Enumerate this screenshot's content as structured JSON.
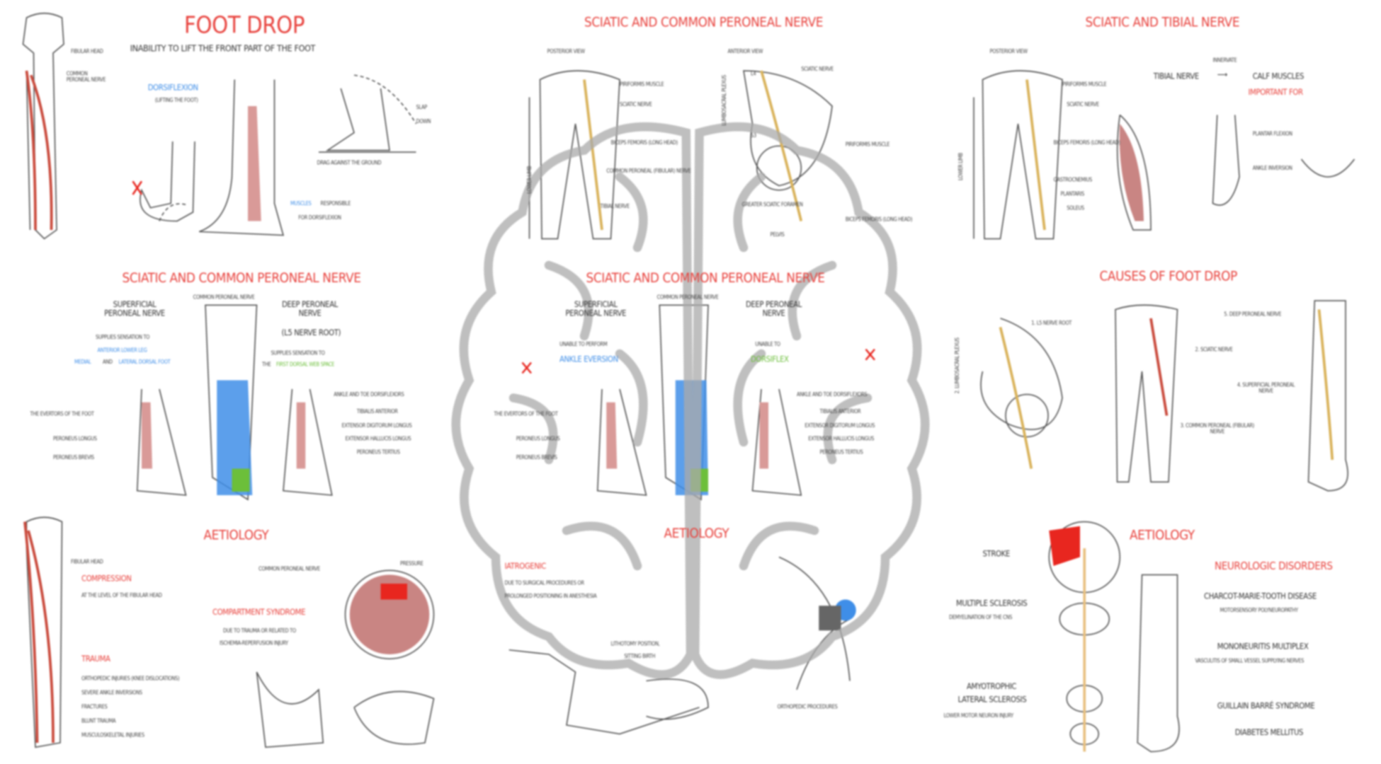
{
  "panel1": {
    "title": "FOOT DROP",
    "subtitle": "INABILITY TO LIFT THE FRONT PART OF THE FOOT",
    "fibular_head": "FIBULAR HEAD",
    "cpn": "COMMON PERONEAL NERVE",
    "dorsiflexion": "DORSIFLEXION",
    "lifting": "(LIFTING THE FOOT)",
    "muscles": "MUSCLES",
    "responsible": "RESPONSIBLE",
    "for_dorsi": "FOR DORSIFLEXION",
    "slap": "SLAP",
    "down": "DOWN",
    "drag": "DRAG AGAINST THE GROUND"
  },
  "panel2": {
    "title": "SCIATIC AND COMMON PERONEAL NERVE",
    "posterior": "POSTERIOR VIEW",
    "anterior": "ANTERIOR VIEW",
    "lower_limb": "LOWER LIMB",
    "piriformis": "PIRIFORMIS MUSCLE",
    "sciatic": "SCIATIC NERVE",
    "biceps": "BICEPS FEMORIS (LONG HEAD)",
    "cpn": "COMMON PERONEAL (FIBULAR) NERVE",
    "tibial": "TIBIAL NERVE",
    "lumbosacral": "LUMBOSACRAL PLEXUS",
    "sciatic_nerve": "SCIATIC NERVE",
    "greater": "GREATER SCIATIC FORAMEN",
    "pelvis": "PELVIS",
    "l4": "L4",
    "s3": "S3"
  },
  "panel3": {
    "title": "SCIATIC AND TIBIAL NERVE",
    "posterior": "POSTERIOR VIEW",
    "innervate": "INNERVATE",
    "tibial": "TIBIAL NERVE",
    "calf": "CALF MUSCLES",
    "important": "IMPORTANT FOR",
    "plantar": "PLANTAR FLEXION",
    "inversion": "ANKLE INVERSION",
    "gastro": "GASTROCNEMIUS",
    "plantaris": "PLANTARIS",
    "soleus": "SOLEUS",
    "lower_limb": "LOWER LIMB"
  },
  "panel4": {
    "title": "SCIATIC AND COMMON PERONEAL NERVE",
    "spn": "SUPERFICIAL PERONEAL NERVE",
    "cpn": "COMMON PERONEAL NERVE",
    "dpn": "DEEP PERONEAL NERVE",
    "l5": "(L5 NERVE ROOT)",
    "supplies1": "SUPPLIES SENSATION TO",
    "anterior_leg": "ANTERIOR LOWER LEG",
    "medial": "MEDIAL",
    "and": "AND",
    "lateral": "LATERAL DORSAL FOOT",
    "supplies2": "SUPPLIES SENSATION TO",
    "the": "THE",
    "first_web": "FIRST DORSAL WEB SPACE",
    "evertors": "THE EVERTORS OF THE FOOT",
    "longus": "PERONEUS LONGUS",
    "brevis": "PERONEUS BREVIS",
    "ankle": "ANKLE AND TOE DORSIFLEXORS",
    "tib_ant": "TIBIALIS ANTERIOR",
    "edl": "EXTENSOR DIGITORUM LONGUS",
    "ehl": "EXTENSOR HALLUCIS LONGUS",
    "tertius": "PERONEUS TERTIUS"
  },
  "panel5": {
    "title": "SCIATIC AND COMMON PERONEAL NERVE",
    "unable1": "UNABLE TO PERFORM",
    "eversion": "ANKLE EVERSION",
    "unable2": "UNABLE TO",
    "dorsiflex": "DORSIFLEX"
  },
  "panel6": {
    "title": "CAUSES OF FOOT DROP",
    "l5": "1. L5 NERVE ROOT",
    "sciatic": "2. SCIATIC NERVE",
    "cpn": "3. COMMON PERONEAL (FIBULAR) NERVE",
    "deep": "5. DEEP PERONEAL NERVE",
    "superficial": "4. SUPERFICIAL PERONEAL NERVE",
    "plexus": "2. LUMBOSACRAL PLEXUS"
  },
  "panel7": {
    "title": "AETIOLOGY",
    "fibular_head": "FIBULAR HEAD",
    "compression": "COMPRESSION",
    "at_level": "AT THE LEVEL OF THE FIBULAR HEAD",
    "compartment": "COMPARTMENT SYNDROME",
    "due": "DUE TO TRAUMA OR RELATED TO",
    "ischemia": "ISCHEMIA-REPERFUSION INJURY",
    "trauma": "TRAUMA",
    "t1": "ORTHOPEDIC INJURIES (KNEE DISLOCATIONS)",
    "t2": "SEVERE ANKLE INVERSIONS",
    "t3": "FRACTURES",
    "t4": "BLUNT TRAUMA",
    "t5": "MUSCULOSKELETAL INJURIES",
    "cpn": "COMMON PERONEAL NERVE",
    "pressure": "PRESSURE"
  },
  "panel8": {
    "title": "AETIOLOGY",
    "iatrogenic": "IATROGENIC",
    "due": "DUE TO SURGICAL PROCEDURES OR",
    "prolonged": "PROLONGED POSITIONING IN ANESTHESIA",
    "lithotomy": "LITHOTOMY POSITION,",
    "sitting": "SITTING BIRTH",
    "ortho": "ORTHOPEDIC PROCEDURES"
  },
  "panel9": {
    "title": "AETIOLOGY",
    "stroke": "STROKE",
    "ms": "MULTIPLE SCLEROSIS",
    "ms_sub": "DEMYELINATION OF THE CNS",
    "als1": "AMYOTROPHIC",
    "als2": "LATERAL SCLEROSIS",
    "als_sub": "LOWER MOTOR NEURON INJURY",
    "neuro": "NEUROLOGIC DISORDERS",
    "cmt": "CHARCOT-MARIE-TOOTH DISEASE",
    "cmt_sub": "MOTORSENSORY POLYNEUROPATHY",
    "mono": "MONONEURITIS MULTIPLEX",
    "mono_sub": "VASCULITIS OF SMALL VESSEL SUPPLYING NERVES",
    "gbs": "GUILLAIN BARRÉ SYNDROME",
    "dm": "DIABETES MELLITUS"
  }
}
